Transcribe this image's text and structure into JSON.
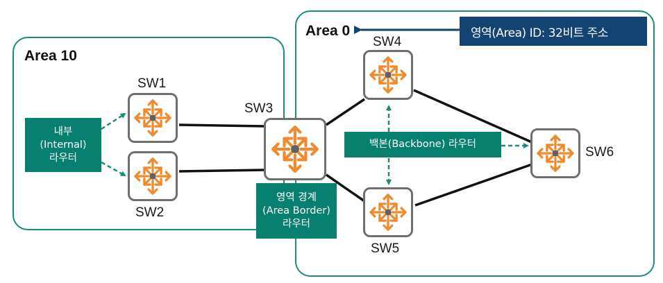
{
  "areas": {
    "area10": {
      "title": "Area 10"
    },
    "area0": {
      "title": "Area 0"
    }
  },
  "area_id_note": {
    "text": "영역(Area) ID: 32비트 주소"
  },
  "routers": {
    "sw1": "SW1",
    "sw2": "SW2",
    "sw3": "SW3",
    "sw4": "SW4",
    "sw5": "SW5",
    "sw6": "SW6"
  },
  "callouts": {
    "internal": {
      "line1": "내부",
      "line2": "(Internal)",
      "line3": "라우터"
    },
    "area_border": {
      "line1": "영역 경계",
      "line2": "(Area Border)",
      "line3": "라우터"
    },
    "backbone": {
      "text": "백본(Backbone) 라우터"
    }
  },
  "colors": {
    "area_border": "#1a8a7a",
    "callout_green": "#07806f",
    "note_navy": "#124373",
    "router_orange": "#f08a2c",
    "router_frame": "#6e6e6e"
  },
  "links": [
    {
      "from": "SW1",
      "to": "SW3"
    },
    {
      "from": "SW2",
      "to": "SW3"
    },
    {
      "from": "SW3",
      "to": "SW4"
    },
    {
      "from": "SW3",
      "to": "SW5"
    },
    {
      "from": "SW4",
      "to": "SW6"
    },
    {
      "from": "SW5",
      "to": "SW6"
    }
  ]
}
